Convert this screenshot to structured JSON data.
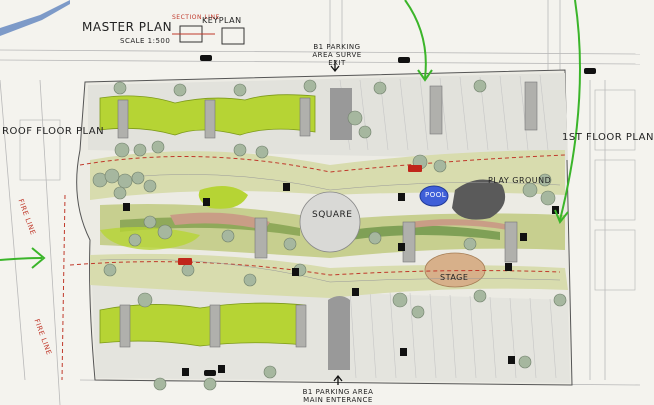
{
  "title": "MASTER PLAN",
  "scale": "SCALE 1:500",
  "keyplan": {
    "label": "KEYPLAN",
    "section_line": "SECTION LINE"
  },
  "labels": {
    "roof_floor_plan": "ROOF FLOOR PLAN",
    "first_floor_plan": "1ST FLOOR PLAN",
    "square": "SQUARE",
    "pool": "POOL",
    "play_ground": "PLAY GROUND",
    "stage": "STAGE",
    "fire_line_upper": "FIRE LINE",
    "fire_line_lower": "FIRE LINE",
    "parking_top": "B1 PARKING AREA SURVE EXIT",
    "parking_bottom": "B1 PARKING AREA MAIN ENTERANCE"
  },
  "colors": {
    "lime": "#b6d434",
    "grass": "#d8dcae",
    "tree": "#a6b79f",
    "pool": "#3f5fd8",
    "playground": "#5a5a5a",
    "stage": "#d7b08a",
    "path_red": "#c0392b",
    "arrow_green": "#3bb52a"
  }
}
